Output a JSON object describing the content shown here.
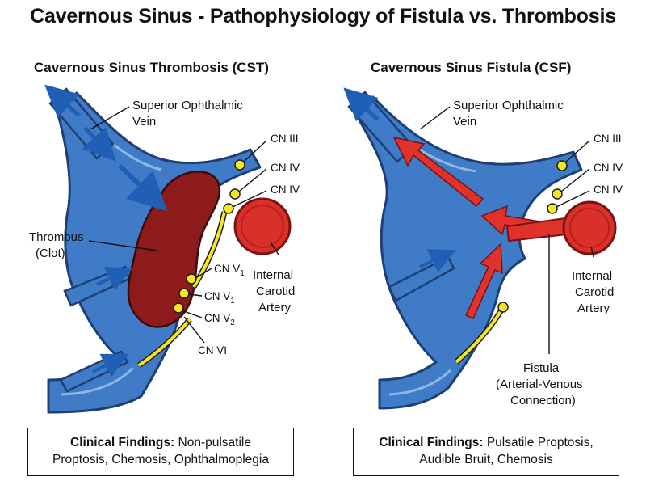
{
  "title": "Cavernous Sinus - Pathophysiology of Fistula vs. Thrombosis",
  "colors": {
    "vein_blue": "#3f7bc6",
    "vein_outline": "#1d3f73",
    "clot_red": "#8e1b1b",
    "artery_red": "#d9302a",
    "nerve_yellow": "#f5e625"
  },
  "left_panel": {
    "heading": "Cavernous Sinus Thrombosis (CST)",
    "labels": {
      "sov_line1": "Superior Ophthalmic",
      "sov_line2": "Vein",
      "cn3": "CN III",
      "cn4a": "CN IV",
      "cn4b": "CN IV",
      "thrombus_line1": "Thrombus",
      "thrombus_line2": "(Clot)",
      "cnv1_main": "CN V",
      "cnv1_sub": "1",
      "cnv1b_main": "CN V",
      "cnv1b_sub": "1",
      "cnv2_main": "CN V",
      "cnv2_sub": "2",
      "cn6": "CN VI",
      "ica_line1": "Internal",
      "ica_line2": "Carotid",
      "ica_line3": "Artery"
    },
    "findings_label": "Clinical Findings:",
    "findings_line1": "Non-pulsatile",
    "findings_line2": "Proptosis, Chemosis, Ophthalmoplegia"
  },
  "right_panel": {
    "heading": "Cavernous Sinus Fistula (CSF)",
    "labels": {
      "sov_line1": "Superior Ophthalmic",
      "sov_line2": "Vein",
      "cn3": "CN III",
      "cn4a": "CN IV",
      "cn4b": "CN IV",
      "ica_line1": "Internal",
      "ica_line2": "Carotid",
      "ica_line3": "Artery",
      "fistula_line1": "Fistula",
      "fistula_line2": "(Arterial-Venous",
      "fistula_line3": "Connection)"
    },
    "findings_label": "Clinical Findings:",
    "findings_line1": "Pulsatile Proptosis,",
    "findings_line2": "Audible Bruit, Chemosis"
  }
}
